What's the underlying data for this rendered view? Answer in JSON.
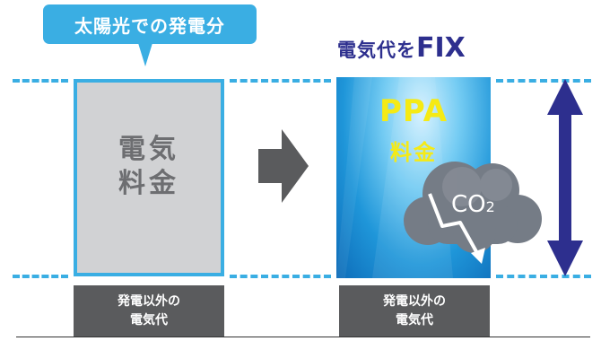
{
  "callout": {
    "text": "太陽光での発電分"
  },
  "fix_title": {
    "prefix": "電気代を",
    "emphasis": "FIX"
  },
  "grid_box": {
    "line1": "電気",
    "line2": "料金"
  },
  "ppa_box": {
    "title": "PPA",
    "subtitle": "料金"
  },
  "co2": {
    "base": "CO",
    "sub": "2"
  },
  "other_costs": {
    "left": {
      "line1": "発電以外の",
      "line2": "電気代"
    },
    "right": {
      "line1": "発電以外の",
      "line2": "電気代"
    }
  },
  "icons": {
    "transition": "right-arrow-icon",
    "range": "double-headed-vertical-arrow-icon",
    "emission": "co2-cloud-icon"
  },
  "colors": {
    "accent_blue": "#3aaee3",
    "navy": "#2d2f8e",
    "grid_gray": "#d1d2d4",
    "dark_gray": "#5a5b5d",
    "ppa_yellow": "#f5ea15"
  }
}
